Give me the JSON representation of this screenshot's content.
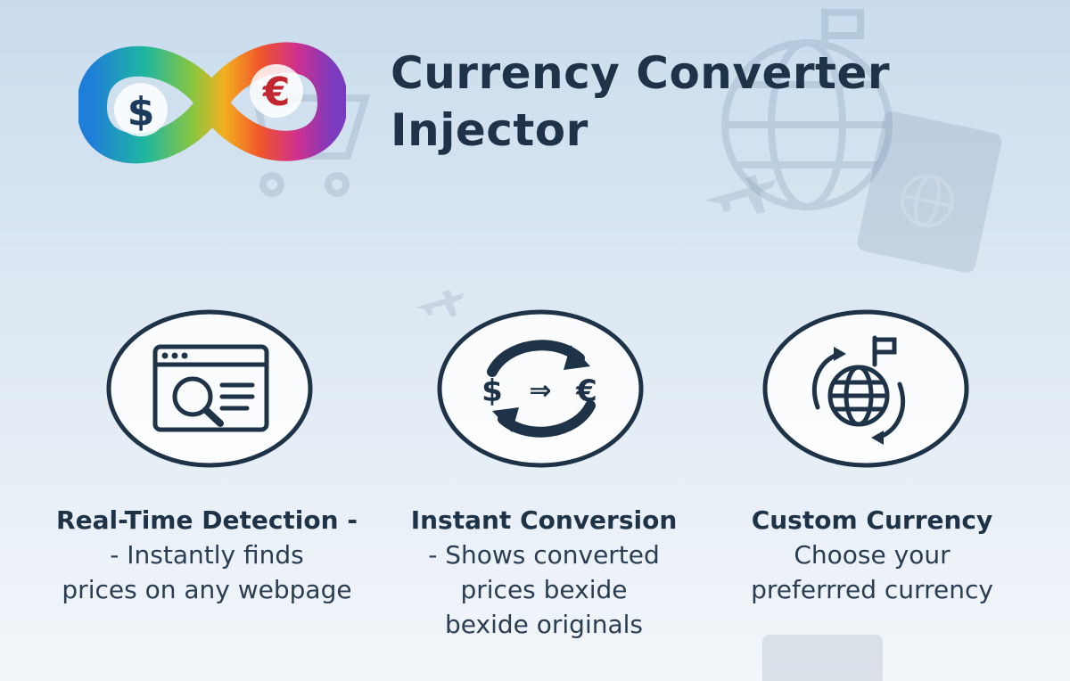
{
  "title": {
    "line1": "Currency Converter",
    "line2": "Injector"
  },
  "logo": {
    "icon": "infinity-currency-logo",
    "left_symbol": "$",
    "right_symbol": "€"
  },
  "features": [
    {
      "icon": "webpage-search-icon",
      "title": "Real-Time Detection -",
      "desc_line1": "- Instantly finds",
      "desc_line2": "prices on any webpage",
      "desc_line3": ""
    },
    {
      "icon": "currency-exchange-icon",
      "title": "Instant Conversion",
      "desc_line1": "- Shows converted",
      "desc_line2": "prices bexide",
      "desc_line3": "bexide originals",
      "symbol_from": "$",
      "symbol_arrow": "⇒",
      "symbol_to": "€"
    },
    {
      "icon": "globe-flag-icon",
      "title": "Custom Currency",
      "desc_line1": "Choose your",
      "desc_line2": "preferrred currency",
      "desc_line3": ""
    }
  ],
  "colors": {
    "text": "#1f3348",
    "circle_stroke": "#1f3348",
    "background_top": "#c9dced",
    "background_bottom": "#f2f6fa"
  }
}
